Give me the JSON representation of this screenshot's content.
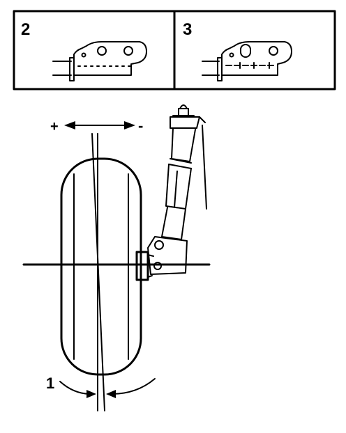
{
  "panels": [
    {
      "label": "2"
    },
    {
      "label": "3"
    }
  ],
  "camber": {
    "plus_label": "+",
    "minus_label": "-",
    "callout_label": "1"
  },
  "colors": {
    "ink": "#000000",
    "paper": "#ffffff"
  }
}
